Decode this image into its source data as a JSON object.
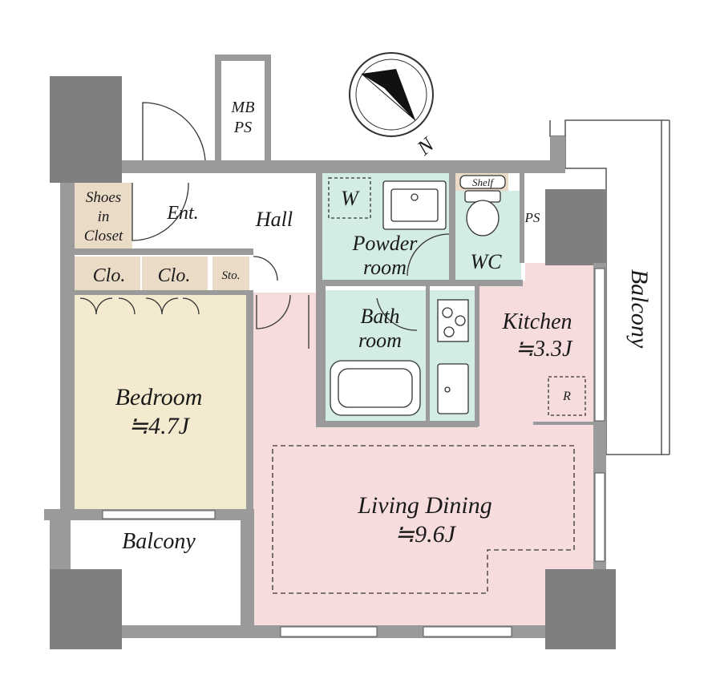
{
  "colors": {
    "wall": "#9a9a9a",
    "wall_dark": "#7f7f7f",
    "bedroom": "#f3ead0",
    "living": "#f6dcdc",
    "wet": "#d4ece6",
    "storage": "#eadbc6",
    "white": "#ffffff",
    "line": "#333333"
  },
  "compass": {
    "north_label": "N"
  },
  "rooms": {
    "shoes_closet": [
      "Shoes",
      "in",
      "Closet"
    ],
    "entrance": "Ent.",
    "hall": "Hall",
    "mb_ps": [
      "MB",
      "PS"
    ],
    "washer": "W",
    "powder_room": [
      "Powder",
      "room"
    ],
    "shelf": "Shelf",
    "wc": "WC",
    "ps": "PS",
    "closet_1": "Clo.",
    "closet_2": "Clo.",
    "storage": "Sto.",
    "bath_room": [
      "Bath",
      "room"
    ],
    "kitchen": [
      "Kitchen",
      "≒3.3J"
    ],
    "refrigerator": "R",
    "bedroom": [
      "Bedroom",
      "≒4.7J"
    ],
    "living_dining": [
      "Living Dining",
      "≒9.6J"
    ],
    "balcony_bottom": "Balcony",
    "balcony_right": "Balcony"
  }
}
